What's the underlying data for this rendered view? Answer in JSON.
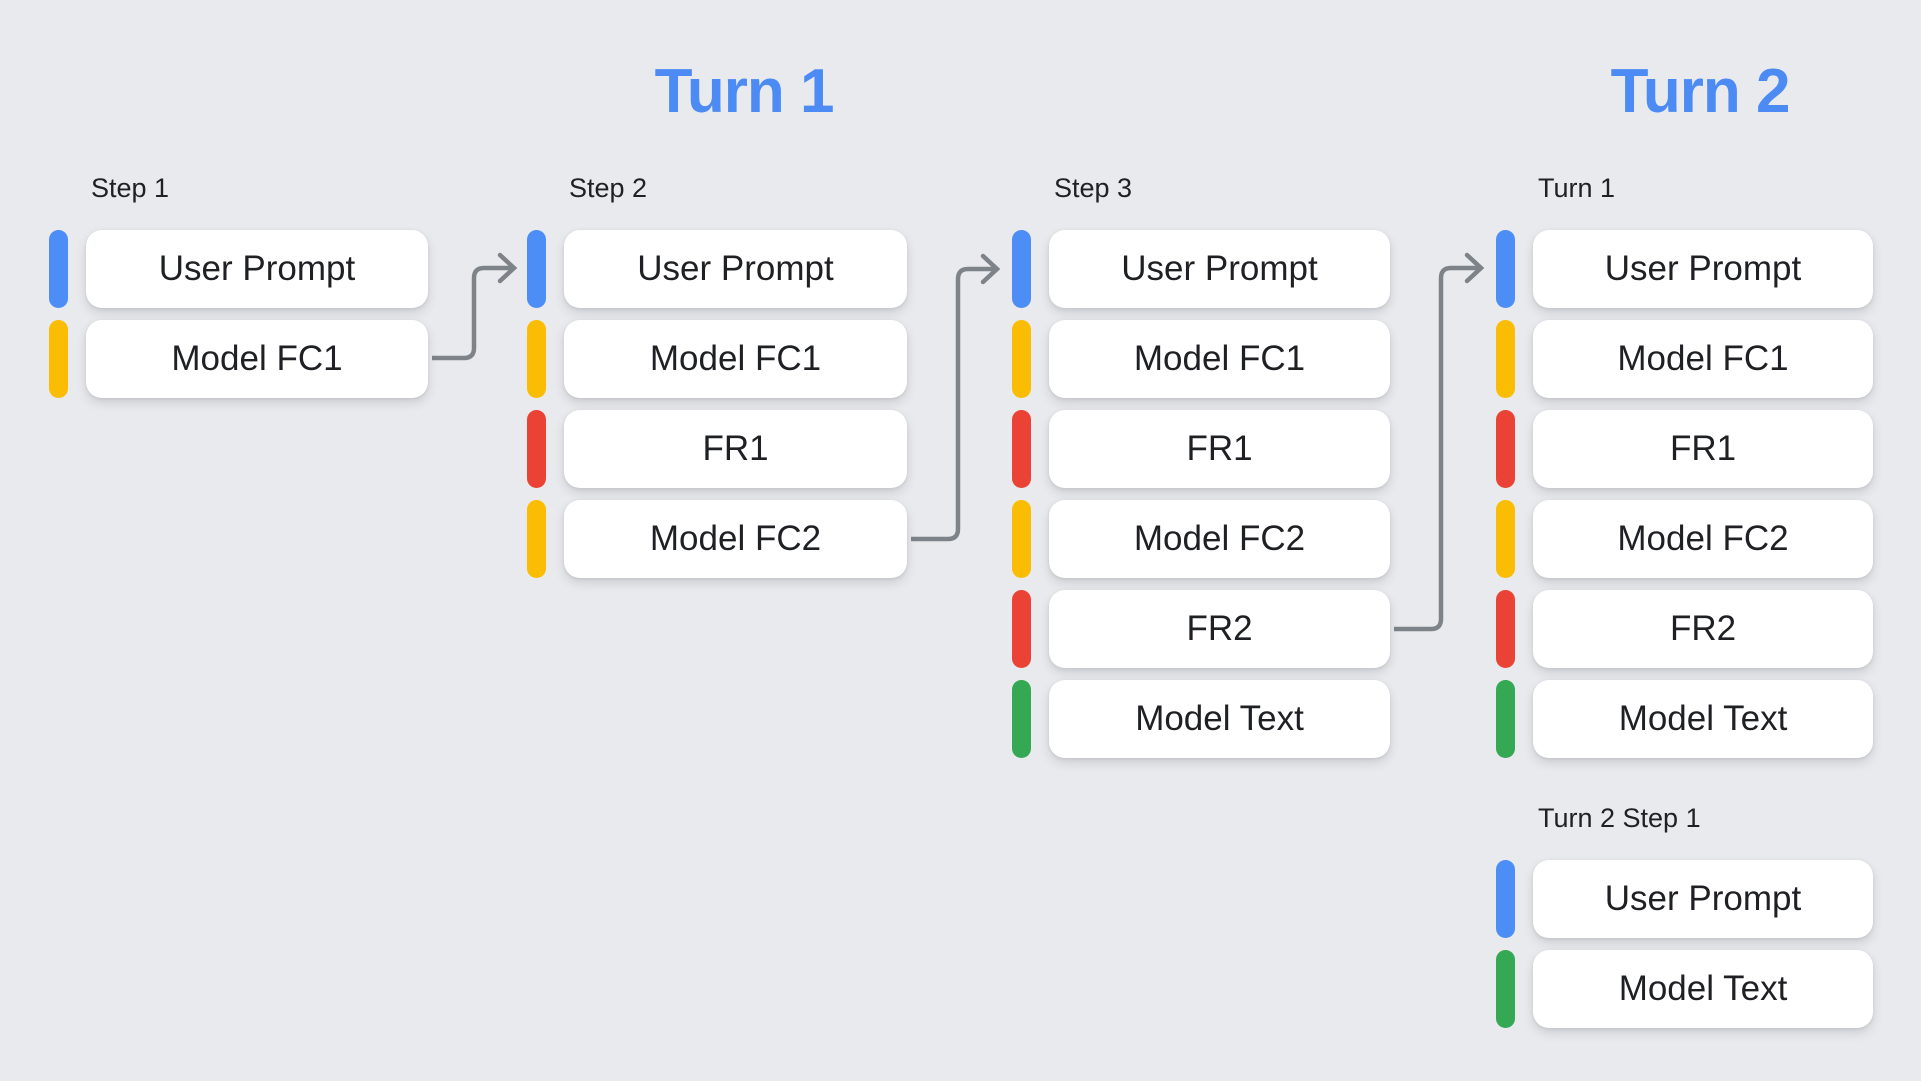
{
  "titles": {
    "turn1": "Turn 1",
    "turn2": "Turn 2",
    "color": "#4c8bf4"
  },
  "palette": {
    "user_prompt": "#4c8df6",
    "model_function_call": "#fbbc04",
    "function_response": "#ea4335",
    "model_text": "#34a853",
    "arrow": "#7d8388",
    "card_background": "#ffffff",
    "page_background": "#e9eaee",
    "label_text": "#202124",
    "card_text": "#1f2023"
  },
  "columns": [
    {
      "id": "step1",
      "label": "Step 1",
      "items": [
        {
          "text": "User Prompt",
          "kind": "user_prompt"
        },
        {
          "text": "Model FC1",
          "kind": "model_function_call"
        }
      ]
    },
    {
      "id": "step2",
      "label": "Step 2",
      "items": [
        {
          "text": "User Prompt",
          "kind": "user_prompt"
        },
        {
          "text": "Model FC1",
          "kind": "model_function_call"
        },
        {
          "text": "FR1",
          "kind": "function_response"
        },
        {
          "text": "Model FC2",
          "kind": "model_function_call"
        }
      ]
    },
    {
      "id": "step3",
      "label": "Step 3",
      "items": [
        {
          "text": "User Prompt",
          "kind": "user_prompt"
        },
        {
          "text": "Model FC1",
          "kind": "model_function_call"
        },
        {
          "text": "FR1",
          "kind": "function_response"
        },
        {
          "text": "Model FC2",
          "kind": "model_function_call"
        },
        {
          "text": "FR2",
          "kind": "function_response"
        },
        {
          "text": "Model Text",
          "kind": "model_text"
        }
      ]
    },
    {
      "id": "turn1-history",
      "label": "Turn 1",
      "items": [
        {
          "text": "User Prompt",
          "kind": "user_prompt"
        },
        {
          "text": "Model FC1",
          "kind": "model_function_call"
        },
        {
          "text": "FR1",
          "kind": "function_response"
        },
        {
          "text": "Model FC2",
          "kind": "model_function_call"
        },
        {
          "text": "FR2",
          "kind": "function_response"
        },
        {
          "text": "Model Text",
          "kind": "model_text"
        }
      ]
    },
    {
      "id": "turn2-step1",
      "label": "Turn 2 Step 1",
      "items": [
        {
          "text": "User Prompt",
          "kind": "user_prompt"
        },
        {
          "text": "Model Text",
          "kind": "model_text"
        }
      ]
    }
  ],
  "arrows": [
    {
      "from": "step1 / Model FC1",
      "to": "step2 / User Prompt"
    },
    {
      "from": "step2 / Model FC2",
      "to": "step3 / User Prompt"
    },
    {
      "from": "step3 / FR2",
      "to": "turn1-history / User Prompt"
    }
  ]
}
